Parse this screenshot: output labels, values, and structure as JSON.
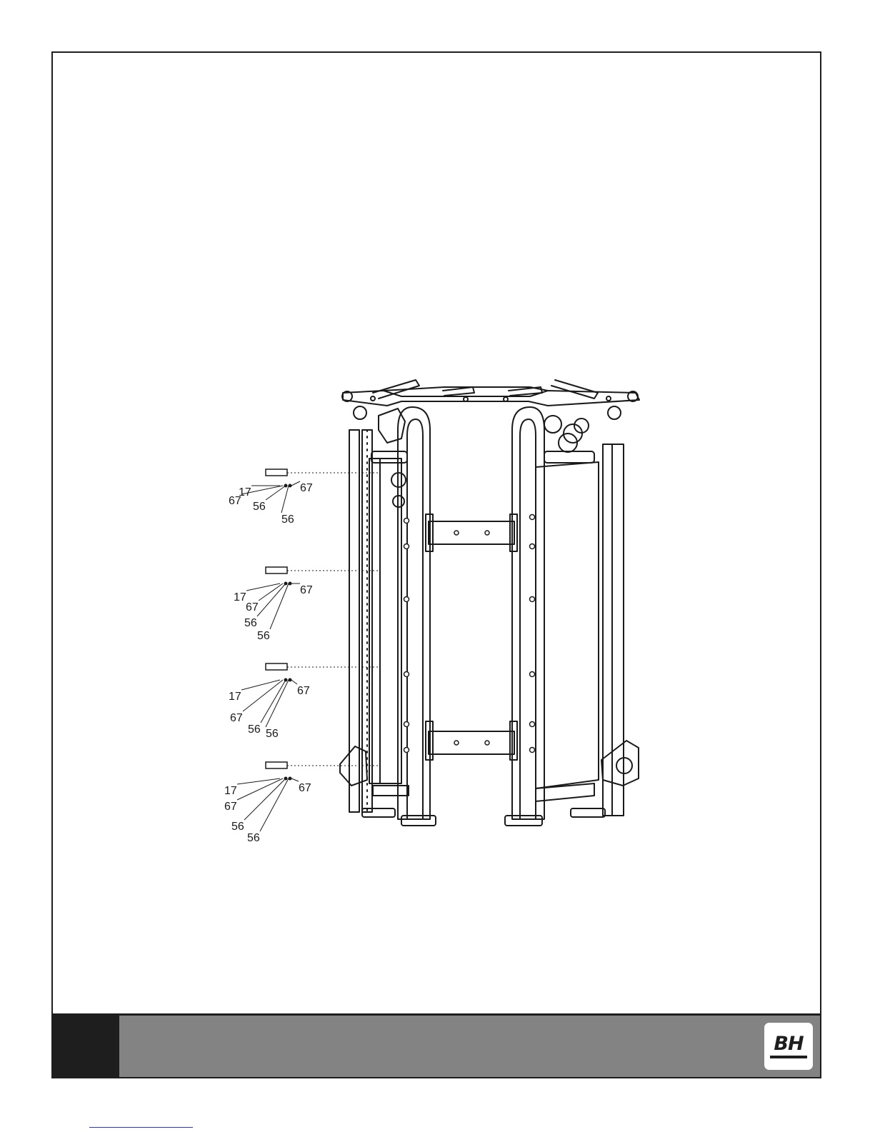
{
  "diagram": {
    "callout_groups": [
      {
        "labels": [
          "17",
          "67",
          "56",
          "56",
          "67"
        ]
      },
      {
        "labels": [
          "17",
          "67",
          "56",
          "56",
          "67"
        ]
      },
      {
        "labels": [
          "17",
          "67",
          "56",
          "56",
          "67"
        ]
      },
      {
        "labels": [
          "17",
          "67",
          "56",
          "56",
          "67"
        ]
      }
    ]
  },
  "footer": {
    "page_number": "",
    "logo_text": "BH"
  },
  "colors": {
    "footer_bar": "#838383",
    "page_block": "#1e1e1e",
    "line": "#1a1a1a"
  }
}
